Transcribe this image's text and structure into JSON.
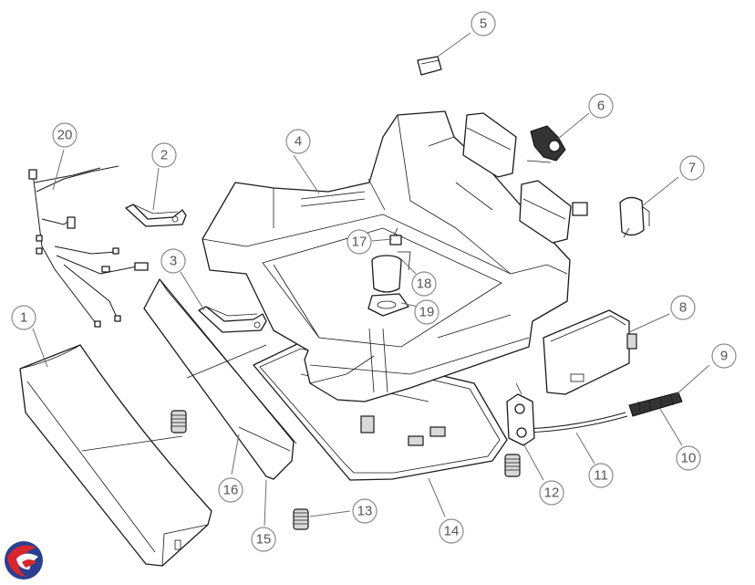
{
  "callouts": [
    {
      "id": "1",
      "label": "1"
    },
    {
      "id": "2",
      "label": "2"
    },
    {
      "id": "3",
      "label": "3"
    },
    {
      "id": "4",
      "label": "4"
    },
    {
      "id": "5",
      "label": "5"
    },
    {
      "id": "6",
      "label": "6"
    },
    {
      "id": "7",
      "label": "7"
    },
    {
      "id": "8",
      "label": "8"
    },
    {
      "id": "9",
      "label": "9"
    },
    {
      "id": "10",
      "label": "10"
    },
    {
      "id": "11",
      "label": "11"
    },
    {
      "id": "12",
      "label": "12"
    },
    {
      "id": "13",
      "label": "13"
    },
    {
      "id": "14",
      "label": "14"
    },
    {
      "id": "15",
      "label": "15"
    },
    {
      "id": "16",
      "label": "16"
    },
    {
      "id": "17",
      "label": "17"
    },
    {
      "id": "18",
      "label": "18"
    },
    {
      "id": "19",
      "label": "19"
    },
    {
      "id": "20",
      "label": "20"
    }
  ],
  "colors": {
    "callout_stroke": "#8a8a8a",
    "callout_text": "#555555",
    "line_art": "#1a1a1a",
    "logo_red": "#d8262f",
    "logo_blue": "#2a3f8f"
  },
  "logo": {
    "icon": "brand-swirl-logo-icon"
  }
}
